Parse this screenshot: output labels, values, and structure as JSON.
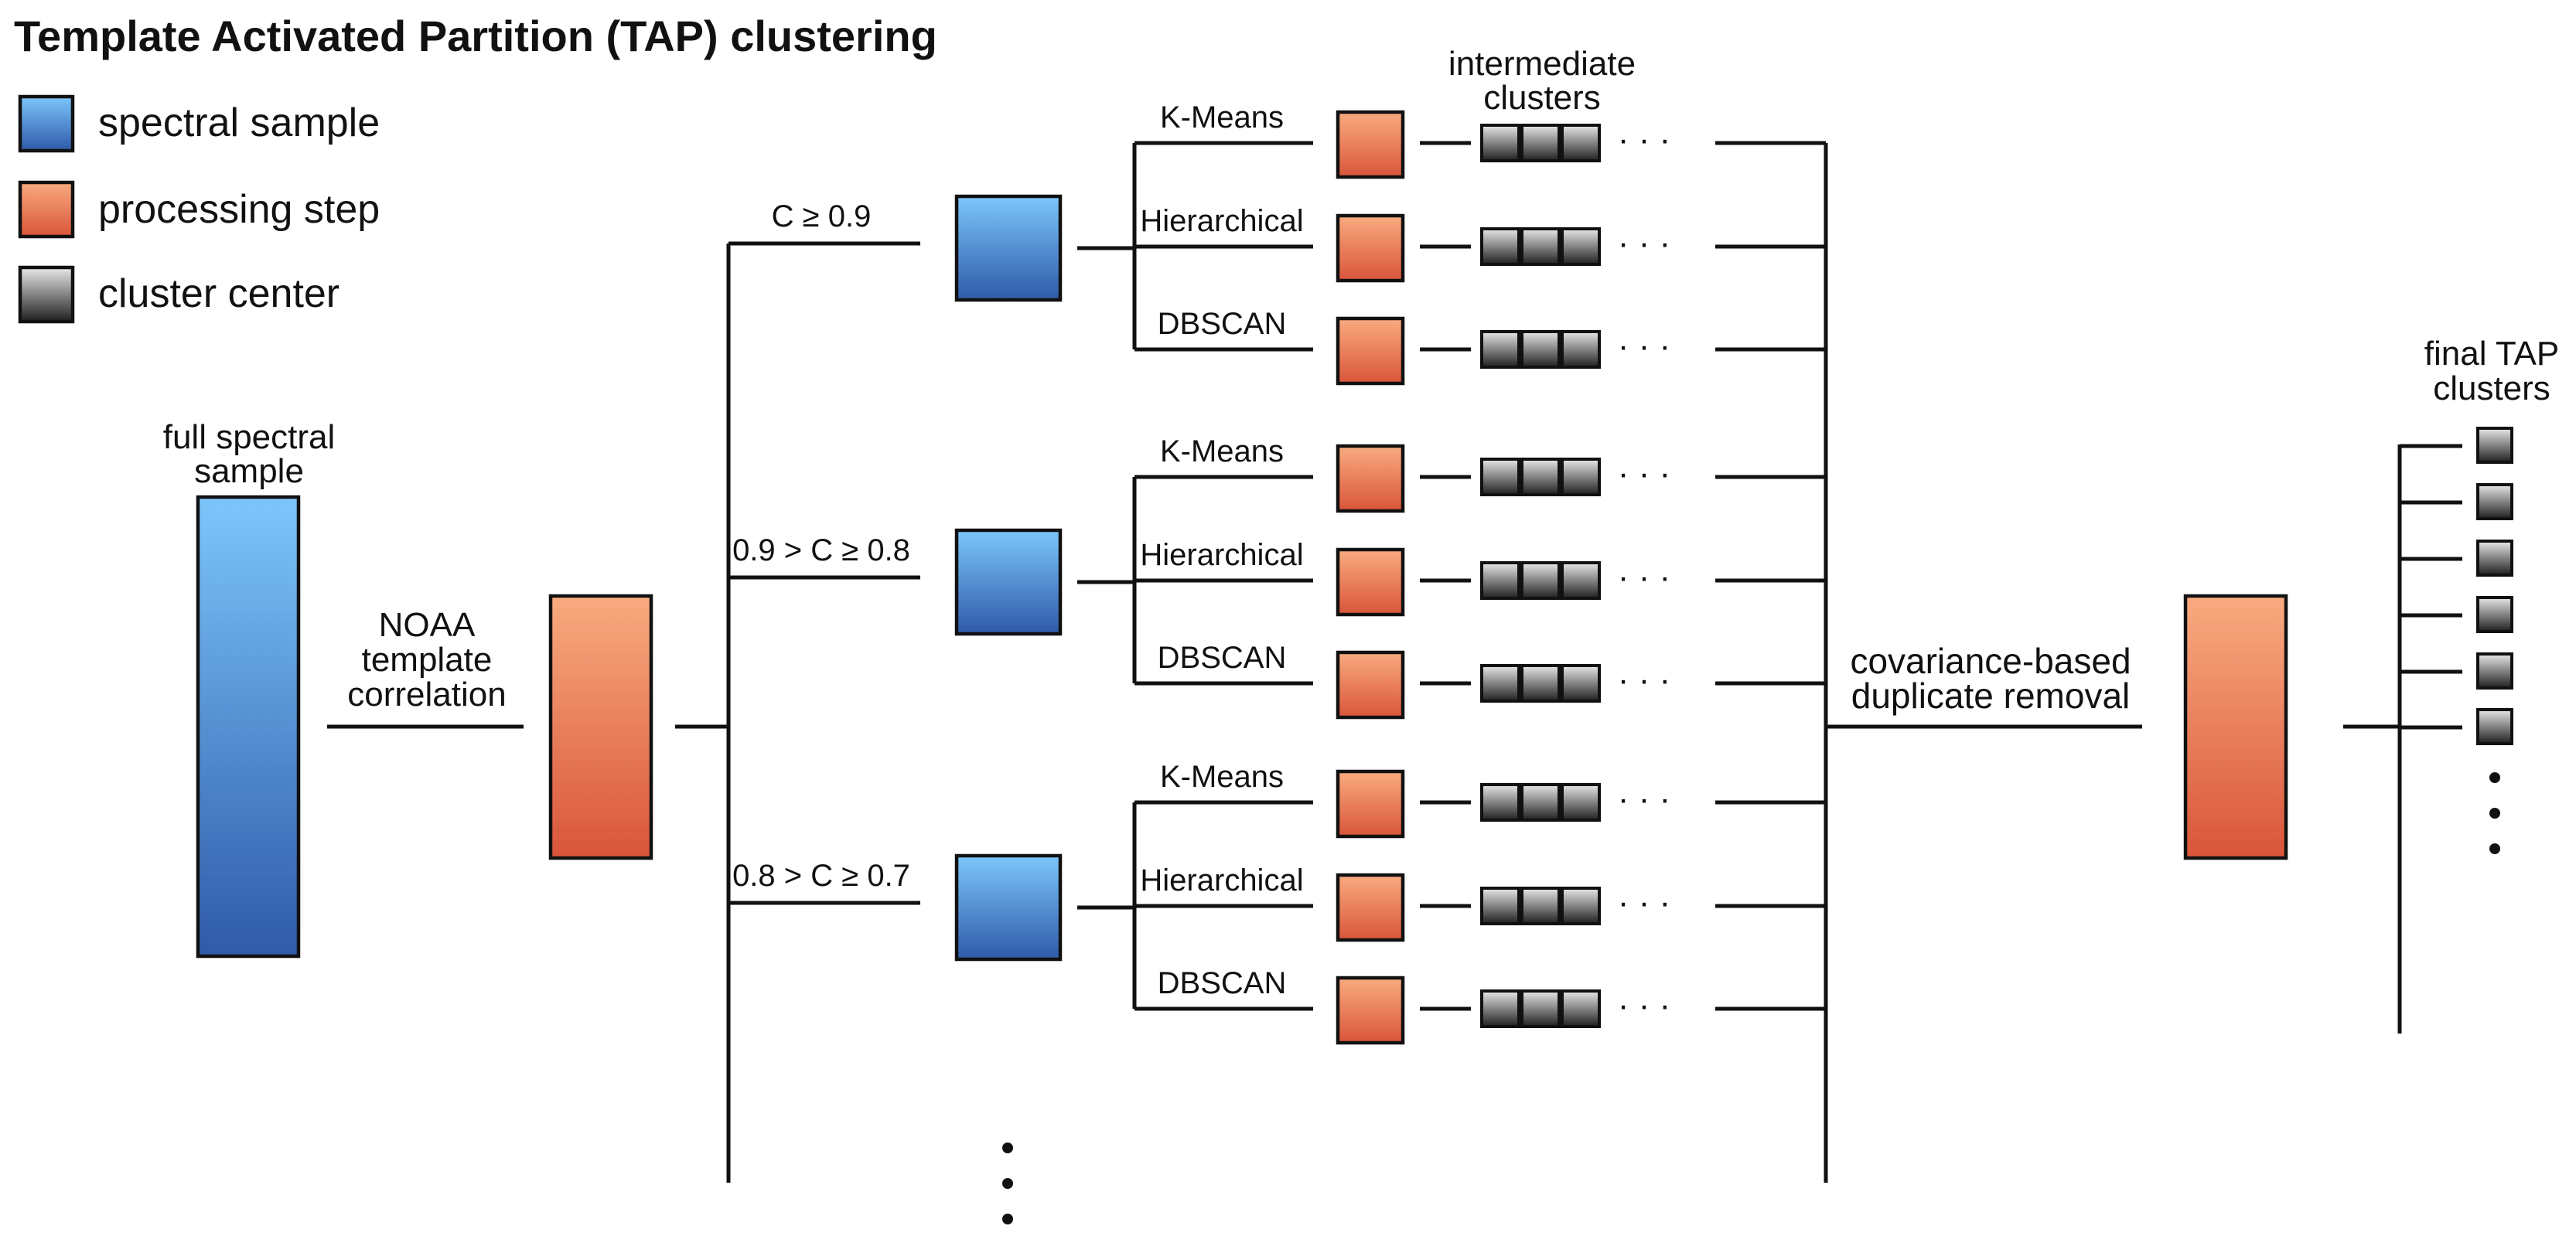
{
  "title": "Template Activated Partition (TAP) clustering",
  "legend": [
    {
      "kind": "sample",
      "label": "spectral sample"
    },
    {
      "kind": "process",
      "label": "processing step"
    },
    {
      "kind": "center",
      "label": "cluster center"
    }
  ],
  "labels": {
    "full_sample": [
      "full spectral",
      "sample"
    ],
    "noaa": [
      "NOAA",
      "template",
      "correlation"
    ],
    "intermediate": [
      "intermediate",
      "clusters"
    ],
    "dedup": [
      "covariance-based",
      "duplicate removal"
    ],
    "final": [
      "final TAP",
      "clusters"
    ]
  },
  "thresholds": [
    "C ≥ 0.9",
    "0.9 > C ≥ 0.8",
    "0.8 > C ≥ 0.7"
  ],
  "algorithms": [
    "K-Means",
    "Hierarchical",
    "DBSCAN"
  ],
  "dots": "· · ·",
  "colors": {
    "sample_top": "#7cc6fb",
    "sample_bottom": "#2f5aa9",
    "process_top": "#f9ab80",
    "process_bottom": "#d9553a",
    "center_top": "#e8e8e8",
    "center_bottom": "#1f1f1f",
    "line": "#111111"
  }
}
